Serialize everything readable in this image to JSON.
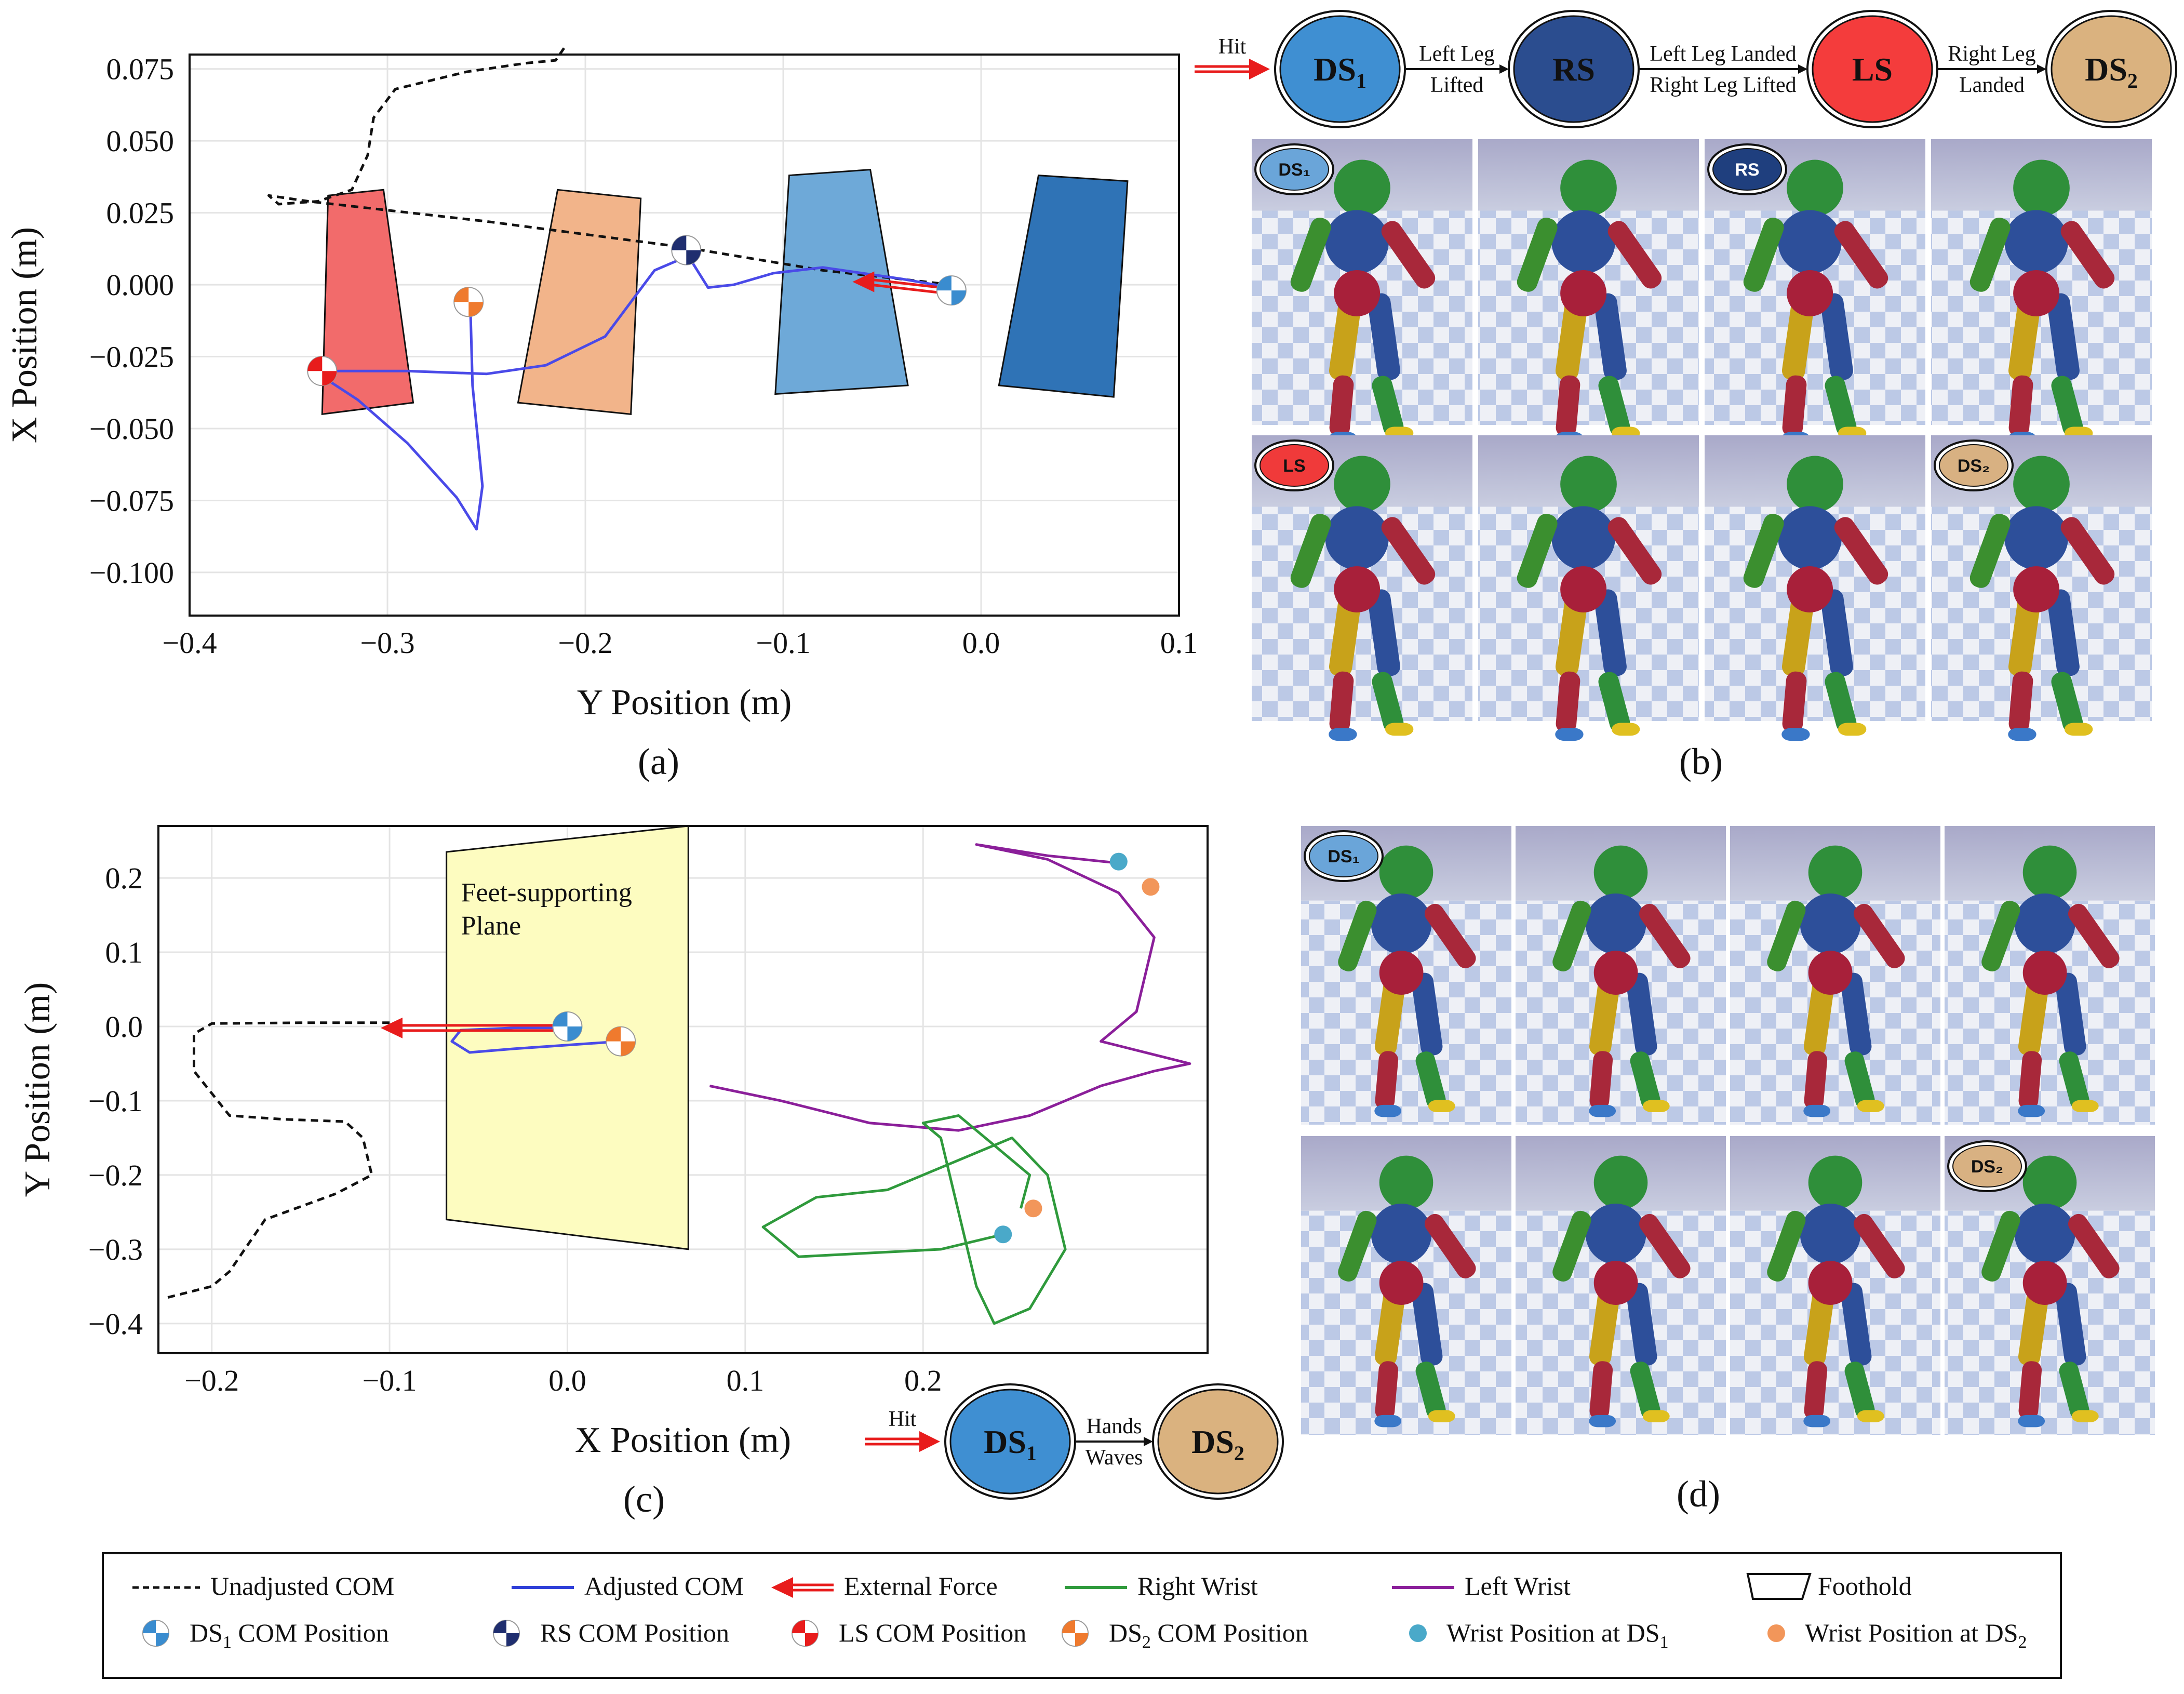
{
  "chart_data": [
    {
      "panel": "a",
      "type": "line",
      "caption": "(a)",
      "xlabel": "Y Position (m)",
      "ylabel": "X Position (m)",
      "xlim": [
        -0.4,
        0.1
      ],
      "ylim": [
        -0.115,
        0.08
      ],
      "xticks": [
        "−0.4",
        "−0.3",
        "−0.2",
        "−0.1",
        "0.0",
        "0.1"
      ],
      "yticks": [
        "0.075",
        "0.050",
        "0.025",
        "0.000",
        "−0.025",
        "−0.050",
        "−0.075",
        "−0.100"
      ],
      "grid": true,
      "footholds": [
        {
          "color": "#f26b6b",
          "points": [
            [
              -0.33,
              0.031
            ],
            [
              -0.302,
              0.033
            ],
            [
              -0.287,
              -0.041
            ],
            [
              -0.333,
              -0.045
            ]
          ]
        },
        {
          "color": "#f2b48a",
          "points": [
            [
              -0.214,
              0.033
            ],
            [
              -0.172,
              0.03
            ],
            [
              -0.177,
              -0.045
            ],
            [
              -0.234,
              -0.041
            ]
          ]
        },
        {
          "color": "#6ea9d8",
          "points": [
            [
              -0.097,
              0.038
            ],
            [
              -0.056,
              0.04
            ],
            [
              -0.037,
              -0.035
            ],
            [
              -0.104,
              -0.038
            ]
          ]
        },
        {
          "color": "#2f73b6",
          "points": [
            [
              0.029,
              0.038
            ],
            [
              0.074,
              0.036
            ],
            [
              0.067,
              -0.039
            ],
            [
              0.009,
              -0.035
            ]
          ]
        }
      ],
      "series": [
        {
          "name": "Unadjusted COM",
          "style": "dashed",
          "color": "#111111",
          "points": [
            [
              -0.015,
              0.0
            ],
            [
              -0.08,
              0.005
            ],
            [
              -0.15,
              0.013
            ],
            [
              -0.25,
              0.022
            ],
            [
              -0.34,
              0.029
            ],
            [
              -0.36,
              0.031
            ],
            [
              -0.355,
              0.028
            ],
            [
              -0.335,
              0.029
            ],
            [
              -0.318,
              0.033
            ],
            [
              -0.31,
              0.045
            ],
            [
              -0.307,
              0.058
            ],
            [
              -0.296,
              0.068
            ],
            [
              -0.26,
              0.074
            ],
            [
              -0.23,
              0.077
            ],
            [
              -0.215,
              0.078
            ],
            [
              -0.21,
              0.083
            ]
          ]
        },
        {
          "name": "Adjusted COM",
          "style": "solid",
          "color": "#4a4ae8",
          "points": [
            [
              -0.015,
              -0.001
            ],
            [
              -0.04,
              0.002
            ],
            [
              -0.08,
              0.006
            ],
            [
              -0.105,
              0.004
            ],
            [
              -0.125,
              0.0
            ],
            [
              -0.138,
              -0.001
            ],
            [
              -0.148,
              0.01
            ],
            [
              -0.165,
              0.005
            ],
            [
              -0.19,
              -0.018
            ],
            [
              -0.22,
              -0.028
            ],
            [
              -0.25,
              -0.031
            ],
            [
              -0.29,
              -0.03
            ],
            [
              -0.325,
              -0.03
            ],
            [
              -0.335,
              -0.031
            ],
            [
              -0.315,
              -0.04
            ],
            [
              -0.29,
              -0.055
            ],
            [
              -0.265,
              -0.074
            ],
            [
              -0.255,
              -0.085
            ],
            [
              -0.252,
              -0.07
            ],
            [
              -0.257,
              -0.035
            ],
            [
              -0.258,
              -0.01
            ],
            [
              -0.256,
              -0.005
            ]
          ]
        }
      ],
      "markers": [
        {
          "name": "DS1 COM Position",
          "x": -0.015,
          "y": -0.002,
          "color": "#3a8ccf"
        },
        {
          "name": "RS COM Position",
          "x": -0.149,
          "y": 0.012,
          "color": "#1f2e6f"
        },
        {
          "name": "LS COM Position",
          "x": -0.333,
          "y": -0.03,
          "color": "#e81c1c"
        },
        {
          "name": "DS2 COM Position",
          "x": -0.259,
          "y": -0.006,
          "color": "#ef7a2e"
        }
      ],
      "force_arrow": {
        "from": [
          -0.019,
          -0.002
        ],
        "to": [
          -0.065,
          0.001
        ]
      }
    },
    {
      "panel": "c",
      "type": "line",
      "caption": "(c)",
      "xlabel": "X Position (m)",
      "ylabel": "Y Position (m)",
      "xlim": [
        -0.23,
        0.36
      ],
      "ylim": [
        -0.44,
        0.27
      ],
      "xticks": [
        "−0.2",
        "−0.1",
        "0.0",
        "0.1",
        "0.2"
      ],
      "yticks": [
        "0.2",
        "0.1",
        "0.0",
        "−0.1",
        "−0.2",
        "−0.3",
        "−0.4"
      ],
      "grid": true,
      "plane": {
        "label_line1": "Feet-supporting",
        "label_line2": "Plane",
        "color": "#fdfcc0",
        "points": [
          [
            -0.068,
            0.235
          ],
          [
            0.068,
            0.27
          ],
          [
            0.068,
            -0.3
          ],
          [
            -0.068,
            -0.26
          ]
        ]
      },
      "series": [
        {
          "name": "Unadjusted COM",
          "style": "dashed",
          "color": "#111111",
          "points": [
            [
              -0.1,
              0.005
            ],
            [
              -0.15,
              0.005
            ],
            [
              -0.2,
              0.004
            ],
            [
              -0.21,
              -0.01
            ],
            [
              -0.21,
              -0.06
            ],
            [
              -0.19,
              -0.12
            ],
            [
              -0.16,
              -0.125
            ],
            [
              -0.125,
              -0.128
            ],
            [
              -0.115,
              -0.15
            ],
            [
              -0.11,
              -0.2
            ],
            [
              -0.13,
              -0.225
            ],
            [
              -0.17,
              -0.26
            ],
            [
              -0.19,
              -0.33
            ],
            [
              -0.2,
              -0.35
            ],
            [
              -0.225,
              -0.365
            ]
          ]
        },
        {
          "name": "Adjusted COM",
          "style": "solid",
          "color": "#4a4ae8",
          "points": [
            [
              0.03,
              -0.02
            ],
            [
              0.0,
              -0.025
            ],
            [
              -0.03,
              -0.03
            ],
            [
              -0.055,
              -0.035
            ],
            [
              -0.065,
              -0.02
            ],
            [
              -0.06,
              -0.005
            ],
            [
              -0.03,
              -0.002
            ],
            [
              -0.005,
              -0.002
            ]
          ]
        },
        {
          "name": "Left Wrist",
          "style": "solid",
          "color": "#8b1f9a",
          "points": [
            [
              0.31,
              0.22
            ],
            [
              0.27,
              0.23
            ],
            [
              0.23,
              0.245
            ],
            [
              0.27,
              0.225
            ],
            [
              0.31,
              0.18
            ],
            [
              0.33,
              0.12
            ],
            [
              0.32,
              0.02
            ],
            [
              0.3,
              -0.02
            ],
            [
              0.35,
              -0.05
            ],
            [
              0.33,
              -0.06
            ],
            [
              0.3,
              -0.08
            ],
            [
              0.26,
              -0.12
            ],
            [
              0.22,
              -0.14
            ],
            [
              0.17,
              -0.13
            ],
            [
              0.12,
              -0.1
            ],
            [
              0.08,
              -0.08
            ]
          ]
        },
        {
          "name": "Right Wrist",
          "style": "solid",
          "color": "#2f9a3c",
          "points": [
            [
              0.245,
              -0.28
            ],
            [
              0.21,
              -0.3
            ],
            [
              0.13,
              -0.31
            ],
            [
              0.11,
              -0.27
            ],
            [
              0.14,
              -0.23
            ],
            [
              0.18,
              -0.22
            ],
            [
              0.22,
              -0.18
            ],
            [
              0.25,
              -0.15
            ],
            [
              0.27,
              -0.2
            ],
            [
              0.28,
              -0.3
            ],
            [
              0.26,
              -0.38
            ],
            [
              0.24,
              -0.4
            ],
            [
              0.23,
              -0.35
            ],
            [
              0.21,
              -0.15
            ],
            [
              0.2,
              -0.13
            ],
            [
              0.22,
              -0.12
            ],
            [
              0.26,
              -0.2
            ],
            [
              0.255,
              -0.245
            ]
          ]
        }
      ],
      "markers": [
        {
          "name": "DS1 COM Position",
          "x": 0.0,
          "y": 0.0,
          "color": "#3a8ccf"
        },
        {
          "name": "DS2 COM Position",
          "x": 0.03,
          "y": -0.02,
          "color": "#ef7a2e"
        },
        {
          "name": "Wrist Position at DS1",
          "x": 0.31,
          "y": 0.222,
          "color": "#4aa9c9"
        },
        {
          "name": "Wrist Position at DS2",
          "x": 0.328,
          "y": 0.188,
          "color": "#f2965a"
        },
        {
          "name": "Wrist Position at DS1",
          "x": 0.245,
          "y": -0.28,
          "color": "#4aa9c9"
        },
        {
          "name": "Wrist Position at DS2",
          "x": 0.262,
          "y": -0.245,
          "color": "#f2965a"
        }
      ],
      "force_arrow": {
        "from": [
          -0.005,
          -0.002
        ],
        "to": [
          -0.105,
          -0.002
        ]
      }
    }
  ],
  "fsm_b": {
    "hit": "Hit",
    "nodes": [
      {
        "label": "DS",
        "sub": "1",
        "color": "#3f8fd2"
      },
      {
        "label": "RS",
        "sub": "",
        "color": "#2b4d8f"
      },
      {
        "label": "LS",
        "sub": "",
        "color": "#f43c3c"
      },
      {
        "label": "DS",
        "sub": "2",
        "color": "#dab27f"
      }
    ],
    "edges": [
      {
        "top": "Left Leg",
        "bottom": "Lifted"
      },
      {
        "top": "Left Leg Landed",
        "bottom": "Right Leg Lifted"
      },
      {
        "top": "Right Leg",
        "bottom": "Landed"
      }
    ]
  },
  "fsm_d": {
    "hit": "Hit",
    "nodes": [
      {
        "label": "DS",
        "sub": "1",
        "color": "#3f8fd2"
      },
      {
        "label": "DS",
        "sub": "2",
        "color": "#dab27f"
      }
    ],
    "edge": {
      "top": "Hands",
      "bottom": "Waves"
    }
  },
  "captions": {
    "a": "(a)",
    "b": "(b)",
    "c": "(c)",
    "d": "(d)"
  },
  "badges_b": [
    "DS₁",
    "",
    "RS",
    "",
    "LS",
    "",
    "",
    "DS₂"
  ],
  "badges_d": [
    "DS₁",
    "",
    "",
    "",
    "",
    "",
    "",
    "DS₂"
  ],
  "badge_colors": {
    "DS₁": "#6aa5d9",
    "RS": "#1f3f7e",
    "LS": "#f03a3a",
    "DS₂": "#d8b182"
  },
  "legend": {
    "row1": [
      {
        "label": "Unadjusted COM",
        "kind": "dashed",
        "color": "#111111"
      },
      {
        "label": "Adjusted COM",
        "kind": "line",
        "color": "#2f3fd8"
      },
      {
        "label": "External Force",
        "kind": "arrow",
        "color": "#e81c1c"
      },
      {
        "label": "Right Wrist",
        "kind": "line",
        "color": "#2f9a3c"
      },
      {
        "label": "Left Wrist",
        "kind": "line",
        "color": "#8b1f9a"
      },
      {
        "label": "Foothold",
        "kind": "foothold",
        "color": "#111111"
      }
    ],
    "row2": [
      {
        "label": "DS",
        "sub": "1",
        "tail": " COM Position",
        "kind": "com",
        "color": "#3a8ccf"
      },
      {
        "label": "RS COM Position",
        "sub": "",
        "tail": "",
        "kind": "com",
        "color": "#1f2e6f"
      },
      {
        "label": "LS COM Position",
        "sub": "",
        "tail": "",
        "kind": "com",
        "color": "#e81c1c"
      },
      {
        "label": "DS",
        "sub": "2",
        "tail": " COM Position",
        "kind": "com",
        "color": "#ef7a2e"
      },
      {
        "label": "Wrist Position at DS",
        "sub": "1",
        "tail": "",
        "kind": "dot",
        "color": "#4aa9c9"
      },
      {
        "label": "Wrist Position at DS",
        "sub": "2",
        "tail": "",
        "kind": "dot",
        "color": "#f2965a"
      }
    ]
  }
}
